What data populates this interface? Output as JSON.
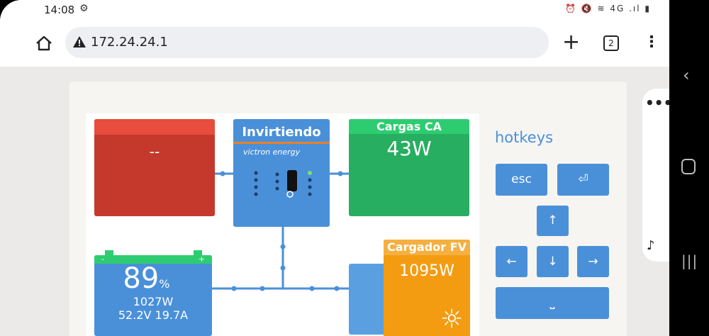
{
  "status": {
    "time": "14:08",
    "gear": "⚙",
    "icons": "⏰ 🔇 ≋ 4G .ıl ▮"
  },
  "browser": {
    "url": "172.24.24.1",
    "tab_count": "2",
    "plus": "+",
    "menu": "⋮"
  },
  "red_box": {
    "value": "--"
  },
  "inverter": {
    "title": "Invirtiendo",
    "brand": "victron energy"
  },
  "ac_loads": {
    "title": "Cargas CA",
    "value": "43W"
  },
  "battery": {
    "minus": "-",
    "plus": "+",
    "percent": "89",
    "percent_unit": "%",
    "power": "1027W",
    "vi": "52.2V  19.7A"
  },
  "pv": {
    "title": "Cargador FV",
    "value": "1095W"
  },
  "hotkeys": {
    "title": "hotkeys",
    "esc": "esc",
    "enter": "⏎",
    "up": "↑",
    "left": "←",
    "down": "↓",
    "right": "→",
    "space": "⎵"
  },
  "android_nav": {
    "back": "‹",
    "recent": "|||"
  },
  "side_panel": {
    "dots": "•••",
    "note": "♪"
  }
}
